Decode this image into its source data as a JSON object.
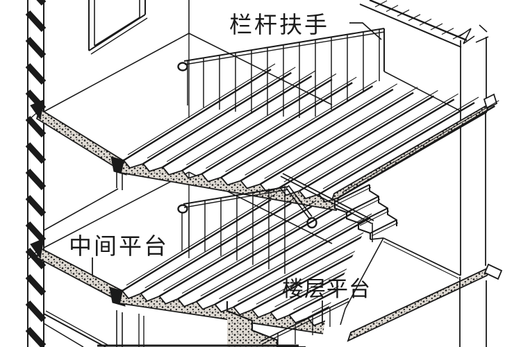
{
  "diagram": {
    "labels": {
      "handrail": "栏杆扶手",
      "intermediate_landing": "中间平台",
      "floor_landing": "楼层平台"
    },
    "colors": {
      "line": "#1a1a1a",
      "background": "#ffffff"
    }
  }
}
